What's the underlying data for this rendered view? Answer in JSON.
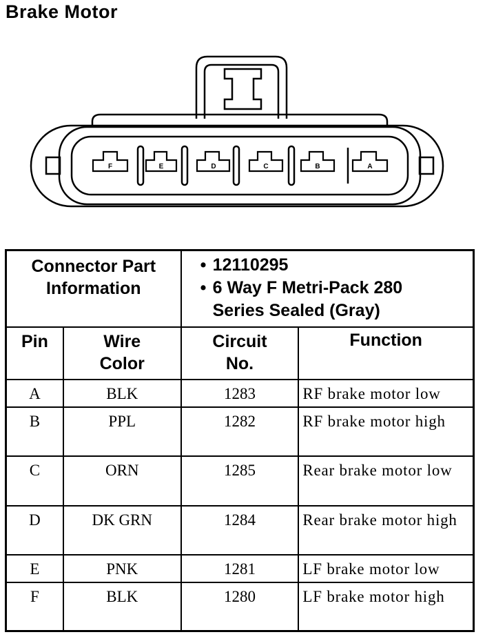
{
  "title": "Brake Motor",
  "connector": {
    "cavity_labels": [
      "F",
      "E",
      "D",
      "C",
      "B",
      "A"
    ]
  },
  "part_info": {
    "label": "Connector Part Information",
    "label_line1": "Connector Part",
    "label_line2": "Information",
    "part_number": "12110295",
    "description_line1": "6 Way F Metri-Pack 280",
    "description_line2": "Series Sealed (Gray)",
    "bullet": "•"
  },
  "columns": {
    "pin": "Pin",
    "wire_color_1": "Wire",
    "wire_color_2": "Color",
    "circuit_1": "Circuit",
    "circuit_2": "No.",
    "function": "Function"
  },
  "rows": [
    {
      "pin": "A",
      "wire": "BLK",
      "circuit": "1283",
      "function": "RF brake motor low"
    },
    {
      "pin": "B",
      "wire": "PPL",
      "circuit": "1282",
      "function": "RF brake motor high"
    },
    {
      "pin": "C",
      "wire": "ORN",
      "circuit": "1285",
      "function": "Rear brake motor low"
    },
    {
      "pin": "D",
      "wire": "DK GRN",
      "circuit": "1284",
      "function": "Rear brake motor high"
    },
    {
      "pin": "E",
      "wire": "PNK",
      "circuit": "1281",
      "function": "LF brake motor low"
    },
    {
      "pin": "F",
      "wire": "BLK",
      "circuit": "1280",
      "function": "LF brake motor high"
    }
  ]
}
